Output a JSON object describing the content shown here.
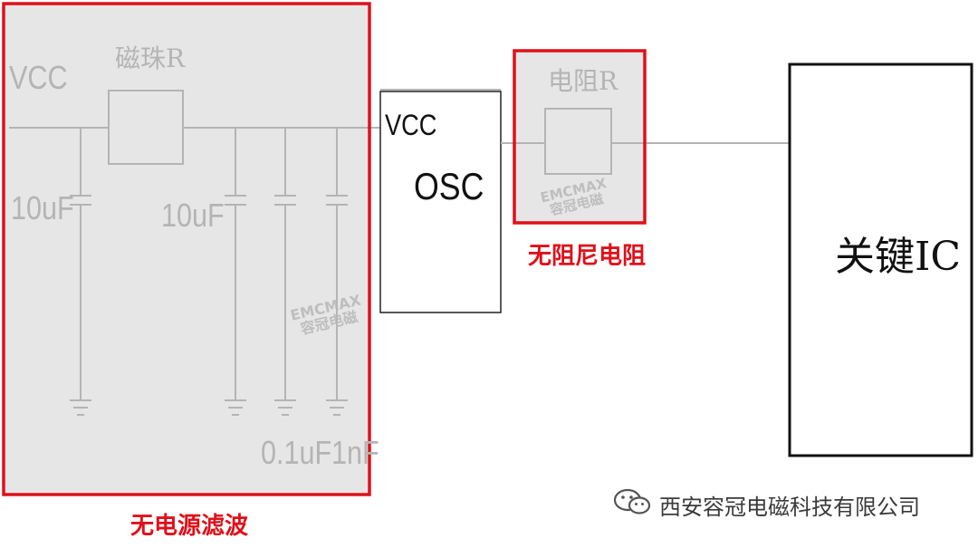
{
  "filter_block": {
    "vcc": "VCC",
    "bead": "磁珠R",
    "cap1": "10uF",
    "cap2": "10uF",
    "cap3": "0.1uF",
    "cap4": "1nF",
    "caption": "无电源滤波"
  },
  "osc_block": {
    "vcc": "VCC",
    "name": "OSC"
  },
  "resistor_block": {
    "label": "电阻R",
    "caption": "无阻尼电阻"
  },
  "ic_block": {
    "label": "关键IC"
  },
  "watermarks": [
    {
      "line1": "EMCMAX",
      "line2": "容冠电磁"
    },
    {
      "line1": "EMCMAX",
      "line2": "容冠电磁"
    }
  ],
  "footer": {
    "text": "西安容冠电磁科技有限公司",
    "icon": "wechat-icon"
  },
  "colors": {
    "highlight": "#e0101a",
    "shaded": "#e6e6e6",
    "wire": "#b4b4b4"
  }
}
